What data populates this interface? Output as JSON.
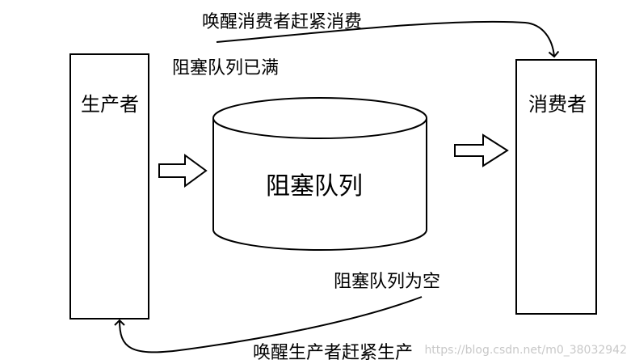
{
  "producer": {
    "label": "生产者"
  },
  "consumer": {
    "label": "消费者"
  },
  "queue": {
    "label": "阻塞队列"
  },
  "annotations": {
    "wake_consumer": "唤醒消费者赶紧消费",
    "queue_full": "阻塞队列已满",
    "queue_empty": "阻塞队列为空",
    "wake_producer": "唤醒生产者赶紧生产"
  },
  "watermark": "https://blog.csdn.net/m0_38032942",
  "colors": {
    "stroke": "#000000",
    "background": "#ffffff",
    "watermark": "#c8c8c8"
  }
}
